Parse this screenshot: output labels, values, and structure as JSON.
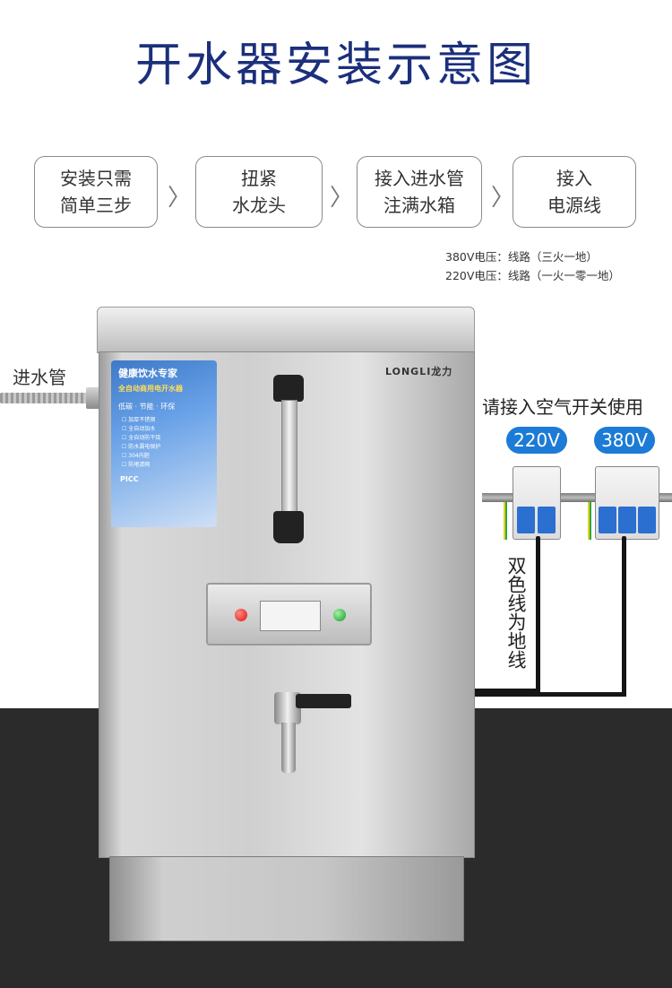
{
  "title": "开水器安装示意图",
  "steps": [
    {
      "line1": "安装只需",
      "line2": "简单三步"
    },
    {
      "line1": "扭紧",
      "line2": "水龙头"
    },
    {
      "line1": "接入进水管",
      "line2": "注满水箱"
    },
    {
      "line1": "接入",
      "line2": "电源线"
    }
  ],
  "chevron": "〉",
  "voltage_notes": [
    "380V电压：线路（三火一地）",
    "220V电压：线路（一火一零一地）"
  ],
  "inlet_label": "进水管",
  "product": {
    "brand": "LONGLI龙力",
    "sticker_title": "健康饮水专家",
    "sticker_subtitle": "全自动商用电开水器",
    "sticker_features": "低碳 · 节能 · 环保",
    "sticker_list": [
      "加厚不锈钢",
      "全自动加水",
      "全自动防干烧",
      "防水漏电保护",
      "304内胆",
      "防堵滤网"
    ],
    "sticker_badge": "PICC"
  },
  "electrical": {
    "title": "请接入空气开关使用",
    "voltage_220": "220V",
    "voltage_380": "380V",
    "ground_note": "双色线为地线"
  },
  "colors": {
    "title": "#1b2f7c",
    "voltage_pill": "#1c7bd6",
    "floor": "#2b2b2b"
  }
}
